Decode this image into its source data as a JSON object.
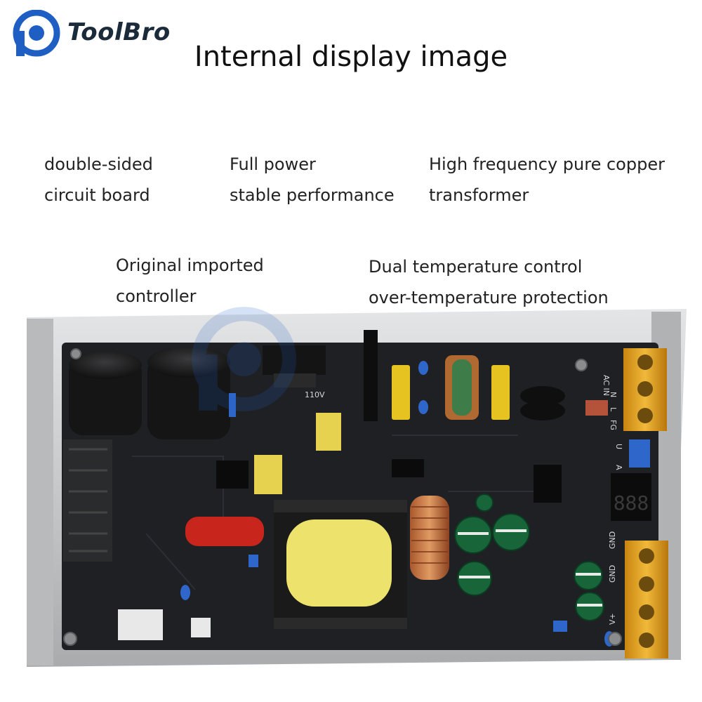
{
  "brand": {
    "name": "ToolBro",
    "logo_icon": "p-logo-icon",
    "color": "#1f5fc4"
  },
  "title": "Internal display image",
  "features": [
    {
      "lines": [
        "double-sided",
        "circuit board"
      ]
    },
    {
      "lines": [
        "Full power",
        "stable performance"
      ]
    },
    {
      "lines": [
        "High frequency pure copper",
        "transformer"
      ]
    },
    {
      "lines": [
        "Original imported",
        "controller"
      ]
    },
    {
      "lines": [
        "Dual temperature control",
        "over-temperature protection"
      ]
    }
  ],
  "board": {
    "silkscreen": [
      "110V",
      "AC IN",
      "N",
      "L",
      "FG",
      "U",
      "A",
      "GND",
      "GND",
      "V+"
    ],
    "display_digits": "888",
    "colors": {
      "pcb": "#1e2023",
      "chassis": "#c9cbcd",
      "terminal": "#e3a21a",
      "capacitor": "#1b1b1c"
    }
  }
}
